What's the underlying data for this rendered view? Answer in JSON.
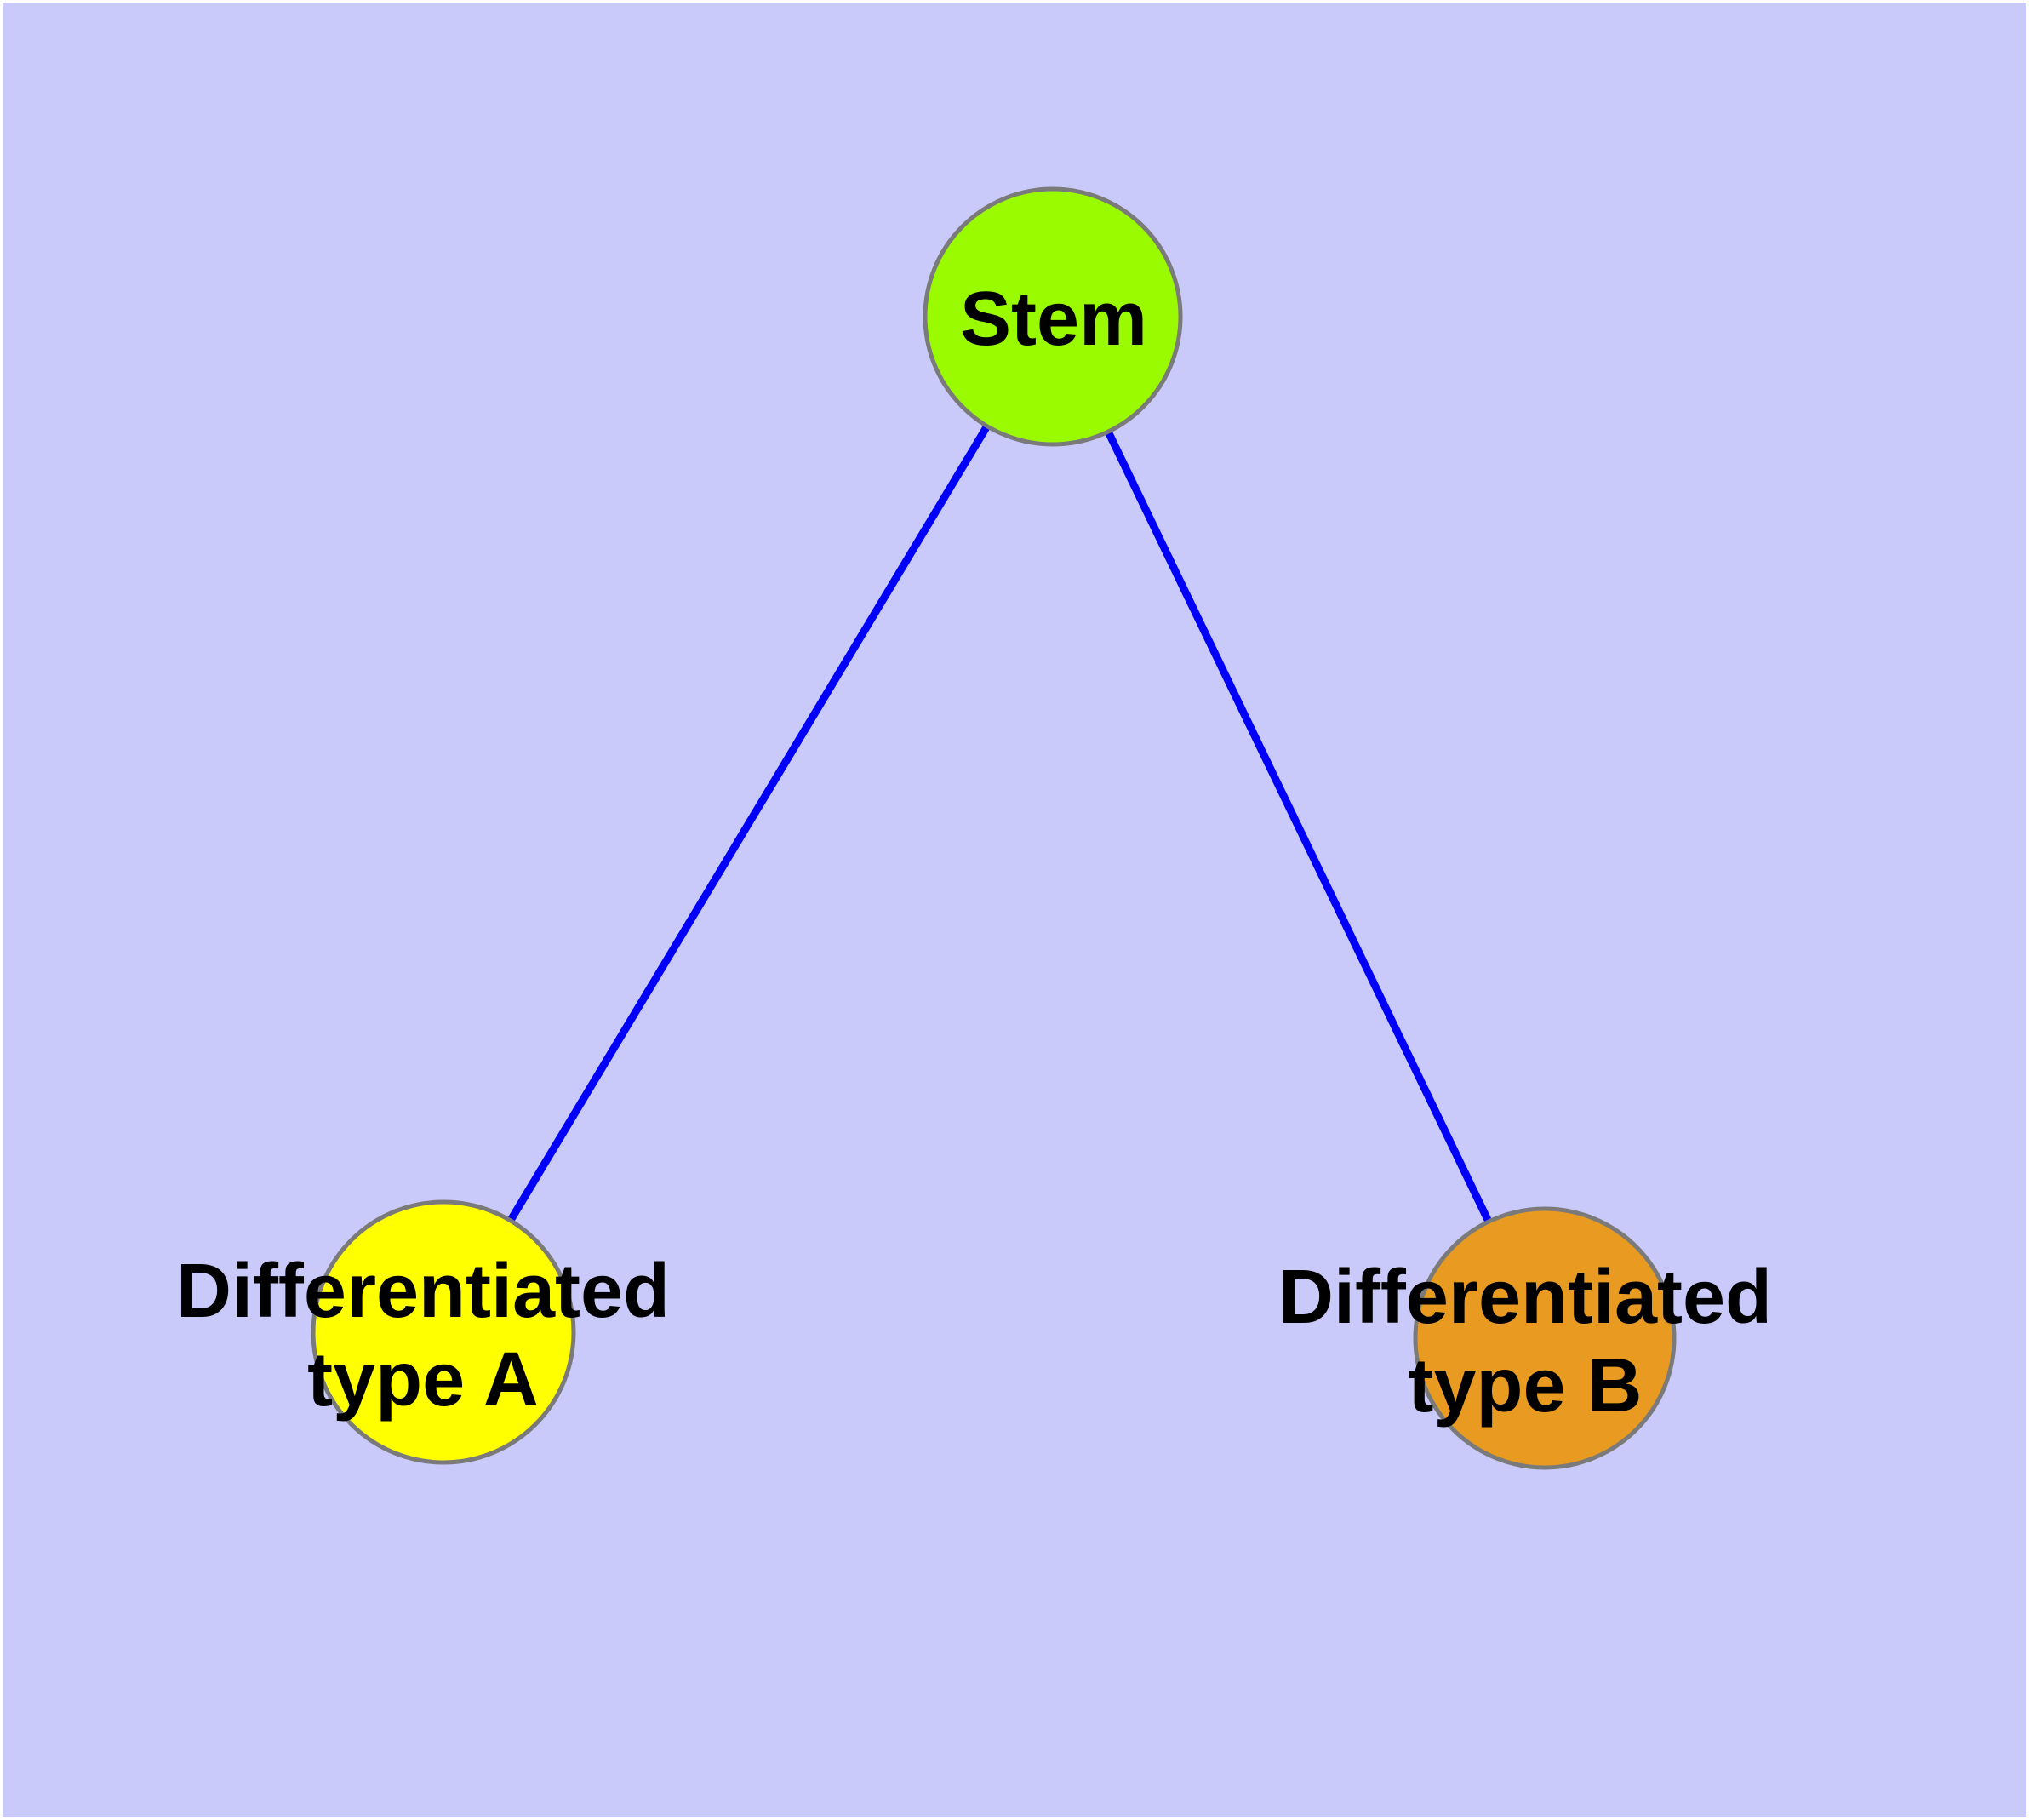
{
  "styles": {
    "background": "#CACAFA",
    "node_border": "#7A7A7A",
    "edge_color": "#0000FA",
    "text_color": "#000000"
  },
  "nodes": {
    "stem": {
      "label": "Stem",
      "fill": "#9AFB00"
    },
    "type_a": {
      "label_line1": "Differentiated",
      "label_line2": "type A",
      "fill": "#FFFF00"
    },
    "type_b": {
      "label_line1": "Differentiated",
      "label_line2": "type B",
      "fill": "#E89B20"
    }
  },
  "edges": {
    "list": [
      {
        "from": "stem",
        "to": "type_a"
      },
      {
        "from": "stem",
        "to": "type_b"
      }
    ]
  }
}
